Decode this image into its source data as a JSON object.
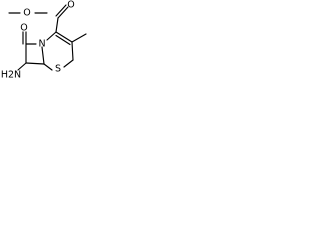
{
  "structure": {
    "atoms": {
      "carbonyl_o_ester_top": "O",
      "methoxy_o": "O",
      "beta_lactam_o": "O",
      "ring_n": "N",
      "ring_s": "S",
      "amino": "H2N"
    }
  }
}
